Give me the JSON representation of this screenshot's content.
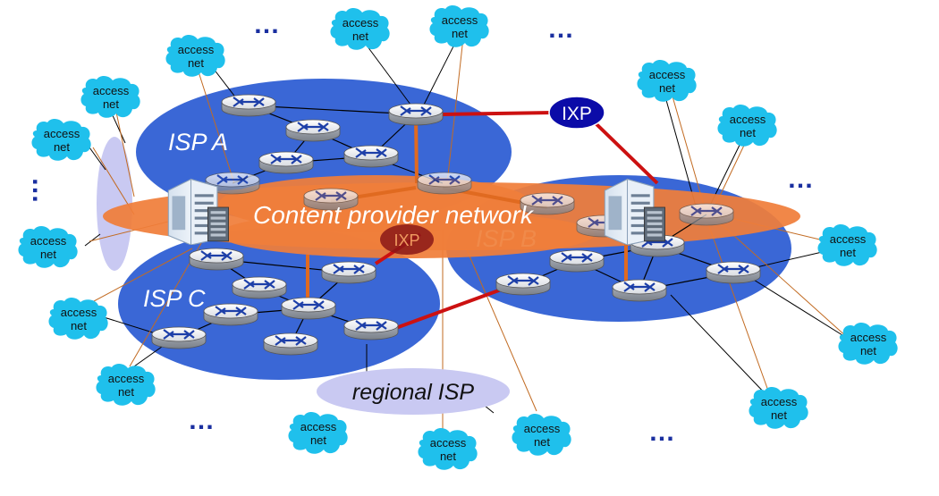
{
  "diagram": {
    "isp_a_label": "ISP A",
    "isp_b_label": "ISP B",
    "isp_c_label": "ISP C",
    "content_provider_label": "Content provider network",
    "ixp_top_label": "IXP",
    "ixp_middle_label": "IXP",
    "regional_isp_label": "regional ISP",
    "ellipsis": "…",
    "access_net_line1": "access",
    "access_net_line2": "net"
  },
  "colors": {
    "isp_blue": "#3a67d6",
    "content_orange": "#f07e3a",
    "access_cloud": "#1fc0ec",
    "regional_isp": "#c9c9f2",
    "peering_red": "#cc1111",
    "ixp_navy": "#0b0ba8",
    "ellipsis_blue": "#1a2fa0"
  },
  "icons": [
    "router-icon",
    "server-rack-icon",
    "cloud-icon"
  ]
}
